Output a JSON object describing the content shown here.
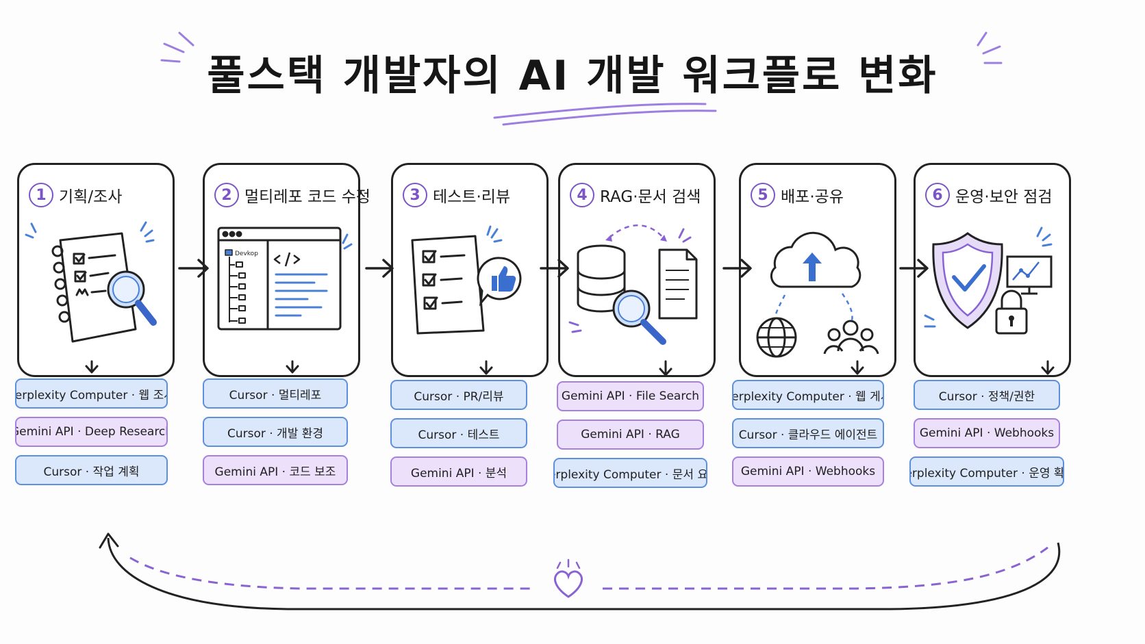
{
  "title": "풀스택 개발자의 AI 개발 워크플로 변화",
  "stages": [
    {
      "num": "1",
      "label": "기획/조사",
      "tools": [
        {
          "text": "Perplexity Computer · 웹 조사",
          "color": "blue"
        },
        {
          "text": "Gemini API · Deep Research",
          "color": "purple"
        },
        {
          "text": "Cursor · 작업 계획",
          "color": "blue"
        }
      ]
    },
    {
      "num": "2",
      "label": "멀티레포 코드 수정",
      "folder_label": "Devkop",
      "tools": [
        {
          "text": "Cursor · 멀티레포",
          "color": "blue"
        },
        {
          "text": "Cursor · 개발 환경",
          "color": "blue"
        },
        {
          "text": "Gemini API · 코드 보조",
          "color": "purple"
        }
      ]
    },
    {
      "num": "3",
      "label": "테스트·리뷰",
      "tools": [
        {
          "text": "Cursor · PR/리뷰",
          "color": "blue"
        },
        {
          "text": "Cursor · 테스트",
          "color": "blue"
        },
        {
          "text": "Gemini API · 분석",
          "color": "purple"
        }
      ]
    },
    {
      "num": "4",
      "label": "RAG·문서 검색",
      "tools": [
        {
          "text": "Gemini API · File Search",
          "color": "purple"
        },
        {
          "text": "Gemini API · RAG",
          "color": "purple"
        },
        {
          "text": "Perplexity Computer · 문서 요약",
          "color": "blue"
        }
      ]
    },
    {
      "num": "5",
      "label": "배포·공유",
      "tools": [
        {
          "text": "Perplexity Computer · 웹 게시",
          "color": "blue"
        },
        {
          "text": "Cursor · 클라우드 에이전트",
          "color": "blue"
        },
        {
          "text": "Gemini API · Webhooks",
          "color": "purple"
        }
      ]
    },
    {
      "num": "6",
      "label": "운영·보안 점검",
      "tools": [
        {
          "text": "Cursor · 정책/권한",
          "color": "blue"
        },
        {
          "text": "Gemini API · Webhooks",
          "color": "purple"
        },
        {
          "text": "Perplexity Computer · 운영 확인",
          "color": "blue"
        }
      ]
    }
  ],
  "colors": {
    "accent_purple": "#7b55c7",
    "tool_blue_fill": "#dbe7fb",
    "tool_blue_border": "#5d8fdf",
    "tool_purple_fill": "#ece0fa",
    "tool_purple_border": "#a77fde",
    "ink": "#222222",
    "icon_blue": "#4a7fd8"
  },
  "icons": [
    "notebook-icon",
    "magnifier-icon",
    "code-editor-icon",
    "checklist-icon",
    "thumbs-up-icon",
    "database-icon",
    "document-icon",
    "cloud-upload-icon",
    "globe-icon",
    "users-icon",
    "shield-check-icon",
    "monitor-chart-icon",
    "padlock-icon",
    "heart-icon"
  ]
}
